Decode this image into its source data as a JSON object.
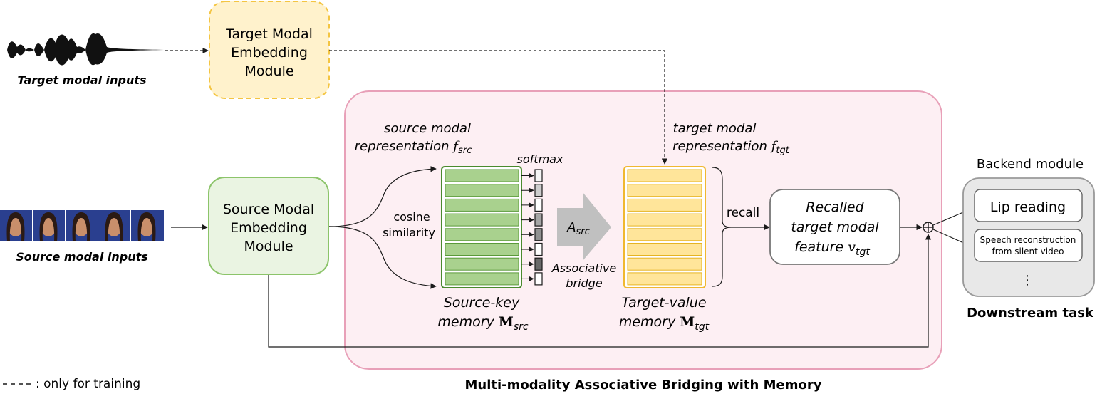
{
  "colors": {
    "target_box_fill": "#fff2cc",
    "target_box_stroke": "#f4c542",
    "source_box_fill": "#eaf4e2",
    "source_box_stroke": "#8cc46a",
    "bridge_region_fill": "#fdeff3",
    "bridge_region_stroke": "#e8a0b8",
    "key_cell_fill": "#a9d18e",
    "key_cell_stroke": "#5a9a3a",
    "value_cell_fill": "#ffe59a",
    "value_cell_stroke": "#e6b422",
    "backend_fill": "#e8e8e8",
    "arrow_fill": "#c0c0c0"
  },
  "inputs": {
    "target_label": "Target modal inputs",
    "source_label": "Source modal inputs",
    "waveform_icon": "audio-waveform-icon",
    "frames_icon": "face-video-frames-icon"
  },
  "target_embedding": {
    "line1": "Target Modal",
    "line2": "Embedding",
    "line3": "Module"
  },
  "source_embedding": {
    "line1": "Source Modal",
    "line2": "Embedding",
    "line3": "Module"
  },
  "bridge": {
    "src_rep_line1": "source modal",
    "src_rep_line2": "representation",
    "src_rep_symbol": "f",
    "src_rep_sub": "src",
    "tgt_rep_line1": "target modal",
    "tgt_rep_line2": "representation",
    "tgt_rep_symbol": "f",
    "tgt_rep_sub": "tgt",
    "cosine_line1": "cosine",
    "cosine_line2": "similarity",
    "softmax": "softmax",
    "assoc_symbol": "A",
    "assoc_sub": "src",
    "assoc_line1": "Associative",
    "assoc_line2": "bridge",
    "key_memory_line1": "Source-key",
    "key_memory_line2": "memory",
    "key_memory_symbol": "M",
    "key_memory_sub": "src",
    "value_memory_line1": "Target-value",
    "value_memory_line2": "memory",
    "value_memory_symbol": "M",
    "value_memory_sub": "tgt",
    "recall": "recall",
    "recalled_line1": "Recalled",
    "recalled_line2": "target modal",
    "recalled_line3": "feature",
    "recalled_symbol": "v",
    "recalled_sub": "tgt",
    "title": "Multi-modality Associative Bridging with Memory",
    "softmax_levels": [
      0.05,
      0.25,
      0.0,
      0.45,
      0.55,
      0.0,
      0.75,
      0.0
    ]
  },
  "backend": {
    "title": "Backend module",
    "task1": "Lip reading",
    "task2_line1": "Speech reconstruction",
    "task2_line2": "from silent video",
    "ellipsis": "⋮",
    "footer": "Downstream task"
  },
  "legend": {
    "text": ": only for training"
  }
}
